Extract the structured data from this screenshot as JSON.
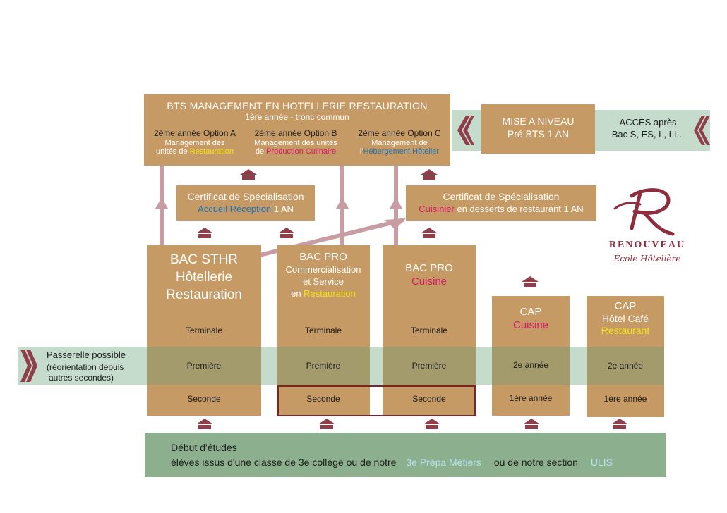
{
  "colors": {
    "box": "#c69a64",
    "band_green": "#c5dccd",
    "band_overlap": "#a39b6c",
    "bottom_band": "#8cb08e",
    "arrow": "#8f3e4a",
    "line": "#c79ca3",
    "yellow": "#f6e315",
    "magenta": "#d51a6b",
    "blue": "#1e73b4"
  },
  "bts": {
    "title": "BTS MANAGEMENT EN HOTELLERIE RESTAURATION",
    "subtitle": "1ère année - tronc commun",
    "option_a": {
      "title": "2ème année Option A",
      "line1": "Management des",
      "line2_pre": "unités de ",
      "line2_hl": "Restauration"
    },
    "option_b": {
      "title": "2ème année Option B",
      "line1": "Management des unités",
      "line2_pre": "de ",
      "line2_hl": "Production Culinaire"
    },
    "option_c": {
      "title": "2ème année Option C",
      "line1": "Management de",
      "line2_pre": "l'",
      "line2_hl": "Hébergement Hôtelier"
    }
  },
  "mise_a_niveau": {
    "line1": "MISE A NIVEAU",
    "line2": "Pré BTS 1 AN"
  },
  "acces": {
    "line1": "ACCÈS après",
    "line2": "Bac S, ES, L, LI..."
  },
  "cs_accueil": {
    "line1": "Certificat de Spécialisation",
    "line2_hl": "Accueil Réception",
    "line2_post": " 1 AN"
  },
  "cs_cuisinier": {
    "line1": "Certificat de Spécialisation",
    "line2_hl": "Cuisinier",
    "line2_post": " en desserts de restaurant 1 AN"
  },
  "logo": {
    "brand": "RENOUVEAU",
    "tagline": "École Hôtelière"
  },
  "bac_sthr": {
    "line1": "BAC STHR",
    "line2": "Hôtellerie",
    "line3": "Restauration"
  },
  "bac_pro_comm": {
    "line1": "BAC PRO",
    "line2": "Commercialisation",
    "line3": "et Service",
    "line4_pre": "en ",
    "line4_hl": "Restauration"
  },
  "bac_pro_cuisine": {
    "line1": "BAC PRO",
    "line2_hl": "Cuisine"
  },
  "cap_cuisine": {
    "line1": "CAP",
    "line2_hl": "Cuisine"
  },
  "cap_hotel": {
    "line1": "CAP",
    "line2": "Hôtel Café",
    "line3_hl": "Restaurant"
  },
  "levels": {
    "terminale": "Terminale",
    "premiere": "Première",
    "seconde": "Seconde",
    "cap_2e": "2e année",
    "cap_1re": "1ère année"
  },
  "passerelle": {
    "title": "Passerelle possible",
    "line2": "(réorientation depuis",
    "line3": "autres secondes)"
  },
  "debut": {
    "line1": "Début d'études",
    "line2_a": "élèves issus d'une classe de 3e collège ou de notre",
    "line2_hl": "3e Prépa Métiers",
    "line2_b": "ou de notre section",
    "line2_hl2": "ULIS"
  }
}
